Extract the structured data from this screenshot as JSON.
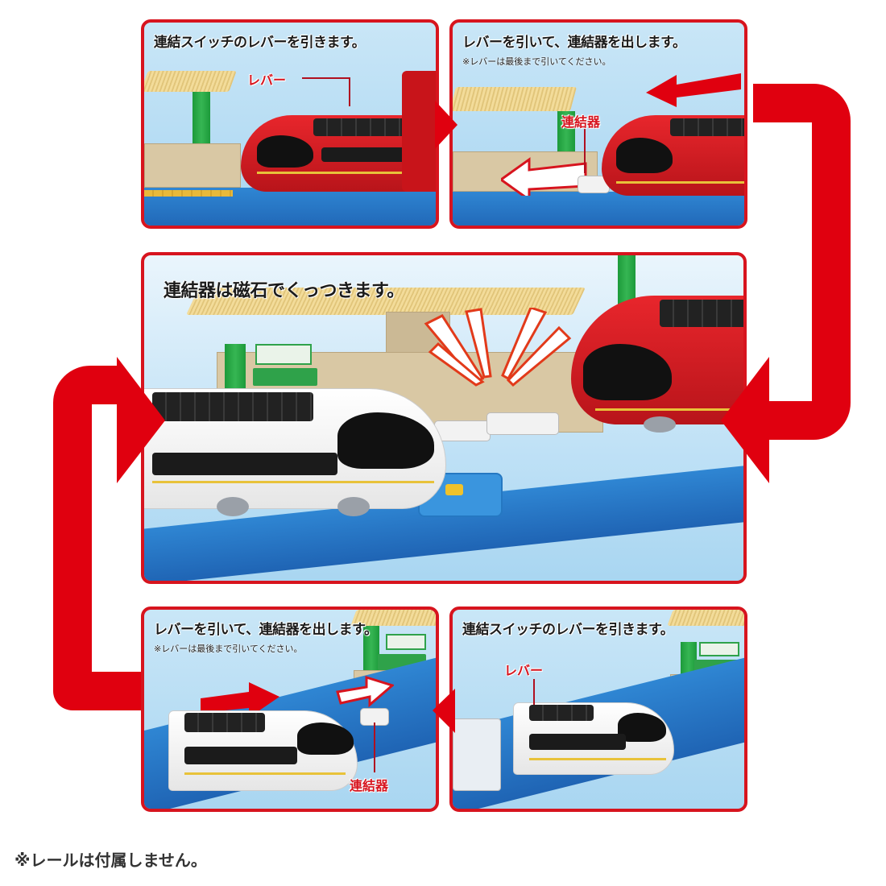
{
  "colors": {
    "frame_red": "#d7141e",
    "arrow_red": "#e0000f",
    "sky_blue": "#b3dcf4",
    "track_blue": "#2a7fd0",
    "text_dark": "#1b1b1b"
  },
  "panels": {
    "top_left": {
      "title": "連結スイッチのレバーを引きます。",
      "callout_lever": "レバー"
    },
    "top_right": {
      "title": "レバーを引いて、連結器を出します。",
      "note": "※レバーは最後まで引いてください。",
      "callout_coupler": "連結器"
    },
    "center": {
      "title": "連結器は磁石でくっつきます。"
    },
    "bottom_left": {
      "title": "レバーを引いて、連結器を出します。",
      "note": "※レバーは最後まで引いてください。",
      "callout_coupler": "連結器"
    },
    "bottom_right": {
      "title": "連結スイッチのレバーを引きます。",
      "callout_lever": "レバー"
    }
  },
  "footer": {
    "note": "※レールは付属しません。"
  },
  "icons": {
    "flow_right_loop": "loop-arrow-right-side",
    "flow_left_loop": "loop-arrow-left-side",
    "motion_arrow": "red-motion-arrow",
    "outline_arrow": "white-outline-arrow",
    "impact_burst": "impact-burst-lines"
  }
}
